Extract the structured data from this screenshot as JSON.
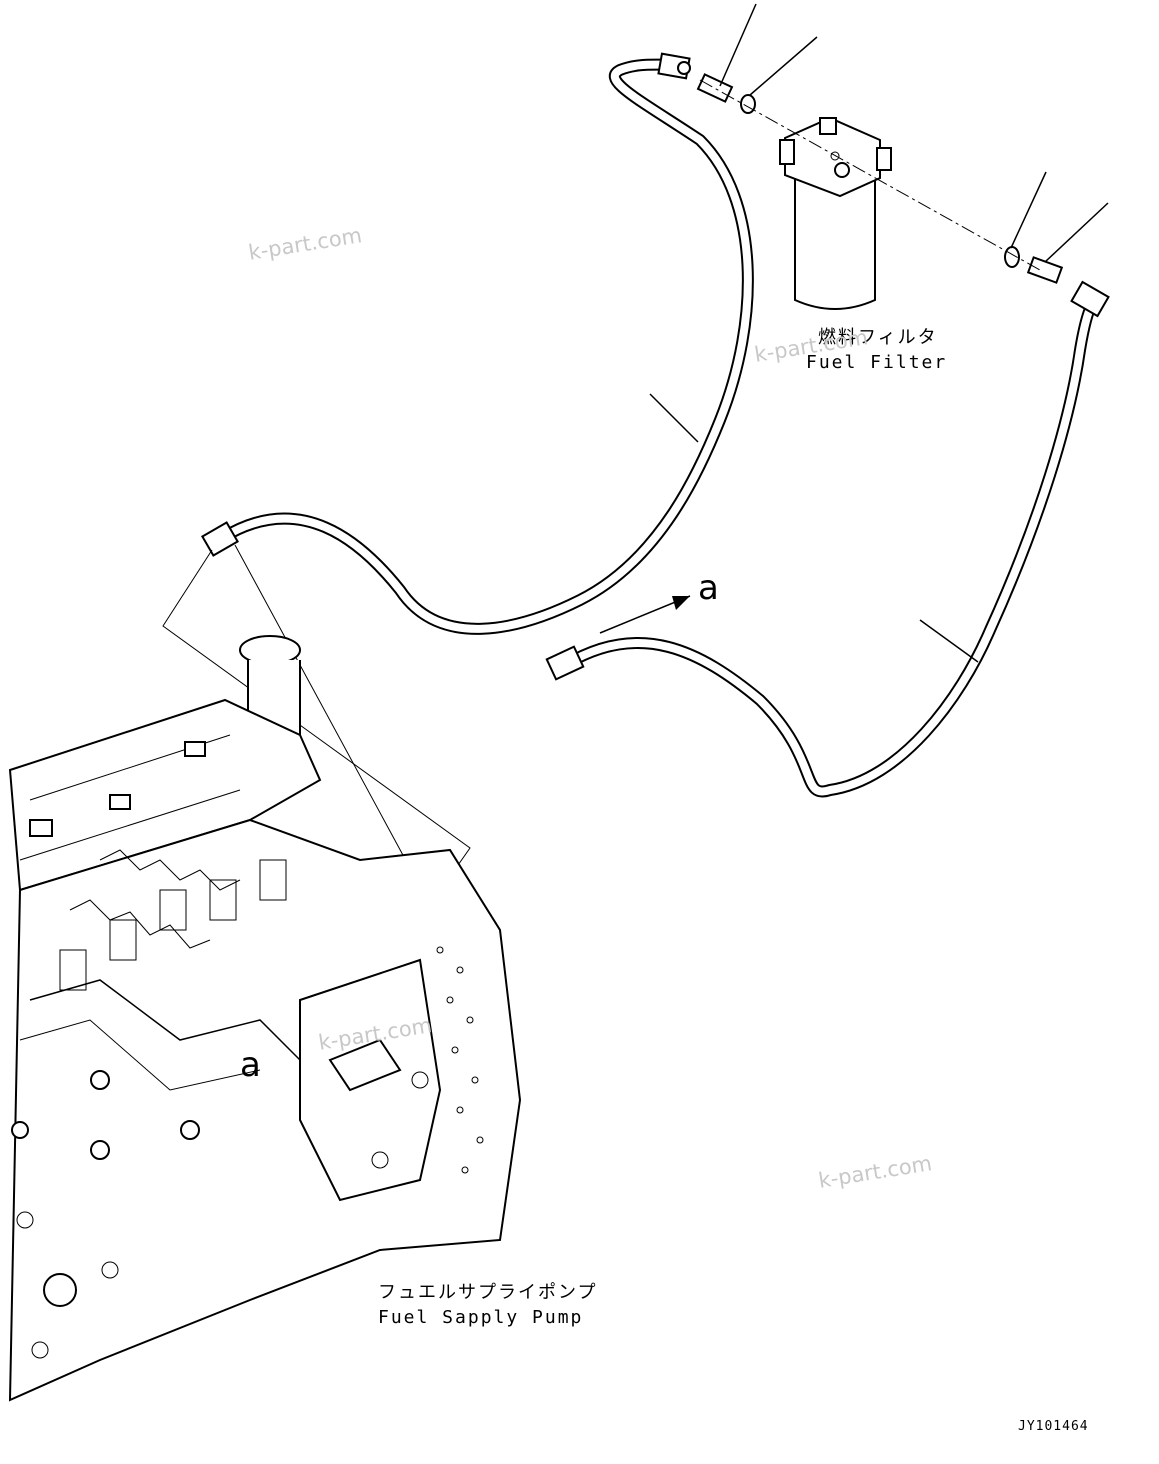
{
  "labels": {
    "filter_jp": "燃料フィルタ",
    "filter_en": "Fuel Filter",
    "pump_jp": "フュエルサプライポンプ",
    "pump_en": "Fuel Sapply Pump",
    "ref_a_top": "a",
    "ref_a_engine": "a",
    "drawing_code": "JY101464"
  },
  "watermarks": [
    "k-part.com",
    "k-part.com",
    "k-part.com",
    "k-part.com"
  ],
  "colors": {
    "line": "#000000",
    "watermark": "#c8c8c8",
    "background": "#ffffff"
  }
}
